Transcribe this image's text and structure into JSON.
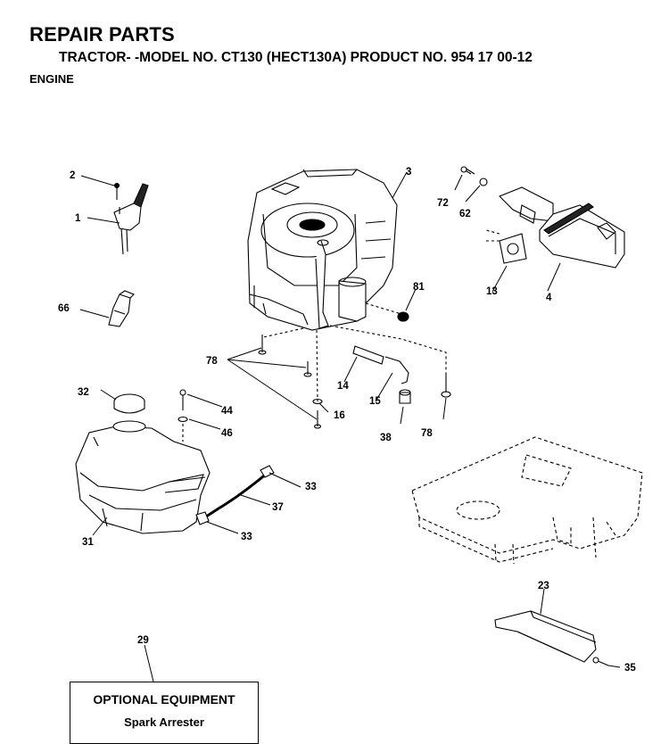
{
  "header": {
    "title": "REPAIR PARTS",
    "subtitle": "TRACTOR- -MODEL NO. CT130 (HECT130A) PRODUCT NO. 954 17 00-12",
    "section": "ENGINE"
  },
  "callouts": {
    "p1": "1",
    "p2": "2",
    "p3": "3",
    "p4": "4",
    "p13": "13",
    "p14": "14",
    "p15": "15",
    "p16": "16",
    "p23": "23",
    "p29": "29",
    "p31": "31",
    "p32": "32",
    "p33a": "33",
    "p33b": "33",
    "p35": "35",
    "p37": "37",
    "p38": "38",
    "p44": "44",
    "p46": "46",
    "p62": "62",
    "p66": "66",
    "p72": "72",
    "p78a": "78",
    "p78b": "78",
    "p81": "81"
  },
  "optional_equipment": {
    "title": "OPTIONAL EQUIPMENT",
    "item": "Spark Arrester"
  }
}
